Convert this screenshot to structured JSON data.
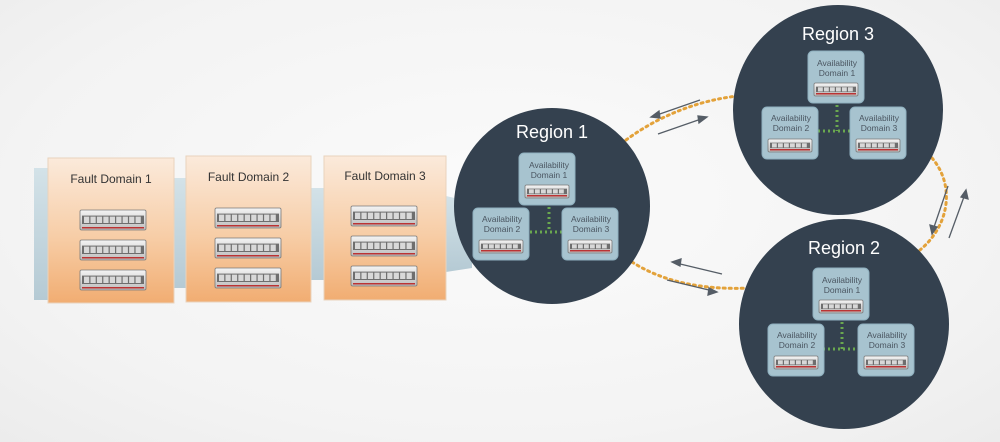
{
  "fault_domains": [
    {
      "label": "Fault Domain 1"
    },
    {
      "label": "Fault Domain 2"
    },
    {
      "label": "Fault Domain 3"
    }
  ],
  "regions": [
    {
      "title": "Region 1",
      "ads": [
        {
          "line1": "Availability",
          "line2": "Domain  1"
        },
        {
          "line1": "Availability",
          "line2": "Domain  2"
        },
        {
          "line1": "Availability",
          "line2": "Domain  3"
        }
      ]
    },
    {
      "title": "Region 2",
      "ads": [
        {
          "line1": "Availability",
          "line2": "Domain  1"
        },
        {
          "line1": "Availability",
          "line2": "Domain  2"
        },
        {
          "line1": "Availability",
          "line2": "Domain  3"
        }
      ]
    },
    {
      "title": "Region 3",
      "ads": [
        {
          "line1": "Availability",
          "line2": "Domain  1"
        },
        {
          "line1": "Availability",
          "line2": "Domain  2"
        },
        {
          "line1": "Availability",
          "line2": "Domain  3"
        }
      ]
    }
  ],
  "colors": {
    "region_fill": "#34414f",
    "ad_box": "#a7c3cf",
    "fault_domain_top": "#fae7d4",
    "fault_domain_bottom": "#f2b27a",
    "connector_blue": "#c7d9e1",
    "dotted_link": "#e3a23a",
    "ad_link": "#6aa84f",
    "arrow": "#555d66"
  }
}
